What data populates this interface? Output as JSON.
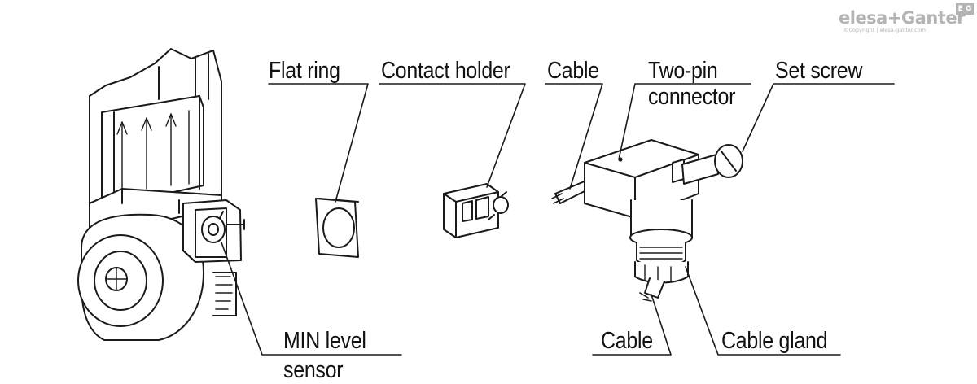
{
  "labels": {
    "flat_ring": "Flat ring",
    "contact_holder": "Contact holder",
    "cable_top": "Cable",
    "two_pin_line1": "Two-pin",
    "two_pin_line2": "connector",
    "set_screw": "Set screw",
    "min_level_line1": "MIN level",
    "min_level_line2": "sensor",
    "cable_bottom": "Cable",
    "cable_gland": "Cable gland"
  },
  "logo": {
    "brand": "elesa+Ganter",
    "copyright": "©Copyright | elesa-ganter.com",
    "badge": "E G"
  },
  "colors": {
    "line": "#1a1a1a",
    "logo": "#b4b4b4"
  }
}
